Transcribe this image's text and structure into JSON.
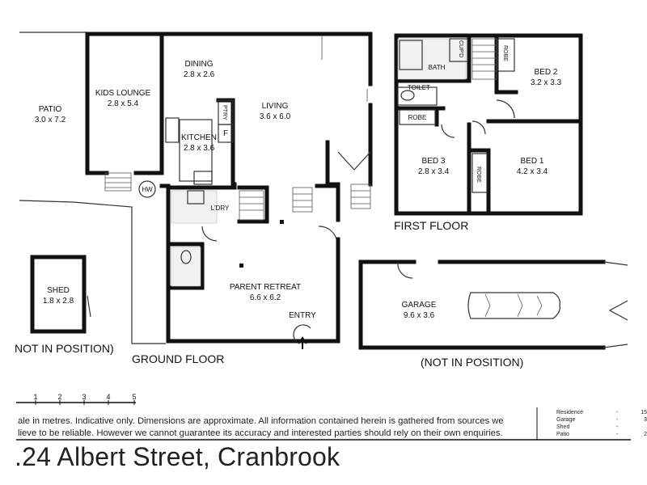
{
  "rooms": {
    "patio": {
      "name": "PATIO",
      "size": "3.0 x 7.2"
    },
    "kids_lounge": {
      "name": "KIDS LOUNGE",
      "size": "2.8 x 5.4"
    },
    "dining": {
      "name": "DINING",
      "size": "2.8 x 2.6"
    },
    "kitchen": {
      "name": "KITCHEN",
      "size": "2.8 x 3.6"
    },
    "living": {
      "name": "LIVING",
      "size": "3.6 x 6.0"
    },
    "pantry": "PTRY",
    "fridge": "F",
    "hot_water": "HW",
    "laundry": "L'DRY",
    "parent_retreat": {
      "name": "PARENT RETREAT",
      "size": "6.6 x 6.2"
    },
    "entry": "ENTRY",
    "shed": {
      "name": "SHED",
      "size": "1.8 x 2.8"
    },
    "garage": {
      "name": "GARAGE",
      "size": "9.6 x 3.6"
    },
    "bath": "BATH",
    "cupd": "CUP'D",
    "toilet": "TOILET",
    "robe_1": "ROBE",
    "robe_2": "ROBE",
    "robe_3": "ROBE",
    "bed_2": {
      "name": "BED 2",
      "size": "3.2 x 3.3"
    },
    "bed_3": {
      "name": "BED 3",
      "size": "2.8 x 3.4"
    },
    "bed_1": {
      "name": "BED 1",
      "size": "4.2 x 3.4"
    }
  },
  "labels": {
    "first_floor": "FIRST FLOOR",
    "ground_floor": "GROUND FLOOR",
    "shed_not_in_position": "NOT IN POSITION)",
    "garage_not_in_position": "(NOT IN POSITION)"
  },
  "scale": {
    "ticks": [
      "1",
      "2",
      "3",
      "4",
      "5"
    ]
  },
  "disclaimer": [
    "ale in metres. Indicative only. Dimensions are approximate. All information contained herein is gathered from sources we",
    "lieve to be reliable. However we cannot guarantee its accuracy and interested parties should rely on their own enquiries."
  ],
  "address": ".24 Albert Street, Cranbrook",
  "area_table": [
    {
      "label": "Residence",
      "dash": "-",
      "value": "15"
    },
    {
      "label": "Garage",
      "dash": "-",
      "value": "3"
    },
    {
      "label": "Shed",
      "dash": "-",
      "value": ""
    },
    {
      "label": "Patio",
      "dash": "-",
      "value": "2"
    }
  ],
  "colors": {
    "walls": "#111111",
    "background": "#ffffff",
    "tile": "#f1f1f1"
  }
}
